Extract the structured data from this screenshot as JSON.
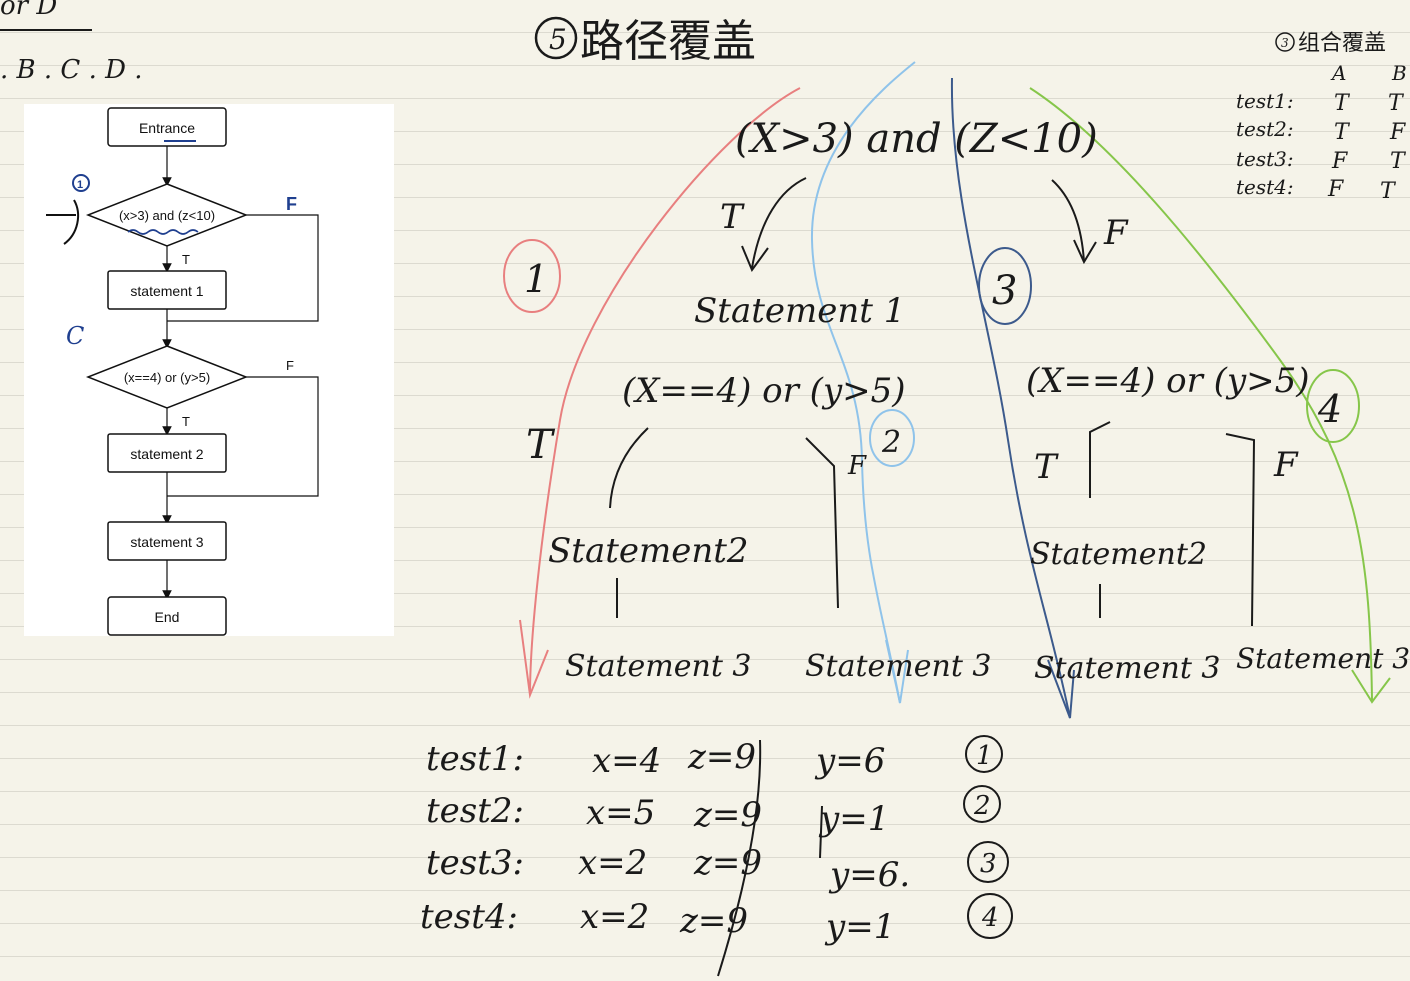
{
  "header": {
    "corner_top": "or D",
    "corner_options": ". B . C . D .",
    "title_num": "5",
    "title": "路径覆盖"
  },
  "flowchart": {
    "entrance": "Entrance",
    "decision1": "(x>3) and (z<10)",
    "decision2": "(x==4) or (y>5)",
    "statement1": "statement 1",
    "statement2": "statement 2",
    "statement3": "statement 3",
    "end": "End",
    "label_t": "T",
    "label_f": "F",
    "mark_1": "1",
    "mark_c": "C"
  },
  "combo": {
    "title_num": "3",
    "title": "组合覆盖",
    "col_a": "A",
    "col_b": "B",
    "rows": [
      {
        "test": "test1:",
        "a": "T",
        "b": "T"
      },
      {
        "test": "test2:",
        "a": "T",
        "b": "F"
      },
      {
        "test": "test3:",
        "a": "F",
        "b": "T"
      },
      {
        "test": "test4:",
        "a": "F",
        "b": "T"
      }
    ]
  },
  "tree": {
    "root": "(X>3) and (Z<10)",
    "t": "T",
    "f": "F",
    "statement1": "Statement 1",
    "cond2_left": "(X==4) or (y>5)",
    "cond2_right": "(X==4) or (y>5)",
    "statement2_left": "Statement2",
    "statement2_right": "Statement2",
    "statement3_a": "Statement 3",
    "statement3_b": "Statement 3",
    "statement3_c": "Statement 3",
    "statement3_d": "Statement 3.",
    "path1": "1",
    "path2": "2",
    "path3": "3",
    "path4": "4"
  },
  "tests": [
    {
      "name": "test1:",
      "x": "x=4",
      "z": "z=9",
      "y": "y=6",
      "path": "1"
    },
    {
      "name": "test2:",
      "x": "x=5",
      "z": "z=9",
      "y": "y=1",
      "path": "2"
    },
    {
      "name": "test3:",
      "x": "x=2",
      "z": "z=9",
      "y": "y=6.",
      "path": "3"
    },
    {
      "name": "test4:",
      "x": "x=2",
      "z": "z=9",
      "y": "y=1",
      "path": "4"
    }
  ],
  "colors": {
    "ink": "#1a1a1a",
    "path1_red": "#e87f7f",
    "path2_lightblue": "#8fc3ea",
    "path3_navy": "#3c5a8c",
    "path4_green": "#86c64a",
    "fc_mark_blue": "#1f3f8f"
  }
}
